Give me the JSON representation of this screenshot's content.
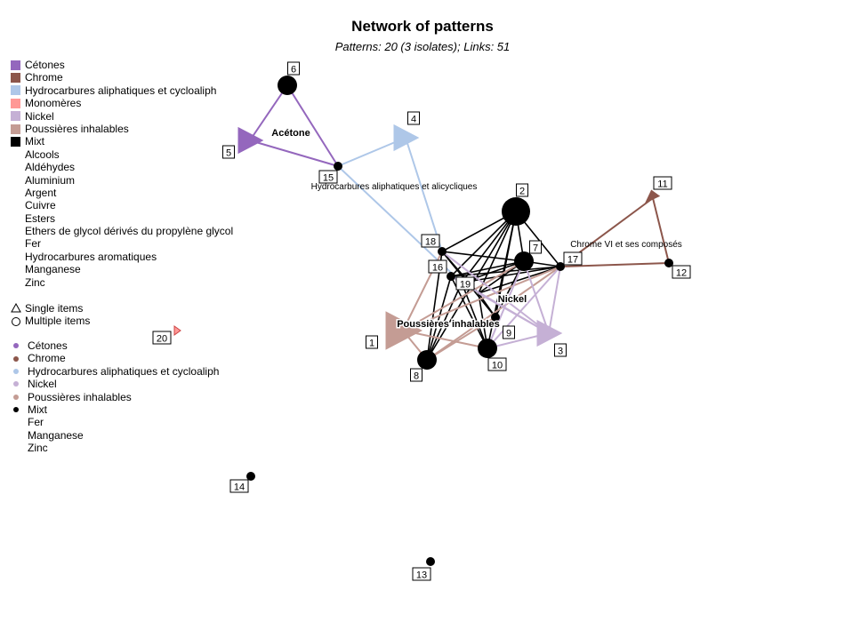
{
  "title": "Network of patterns",
  "subtitle": "Patterns: 20 (3 isolates); Links: 51",
  "colors": {
    "cetones": "#9467bd",
    "chrome": "#8c564b",
    "hydrocarbures": "#aec7e8",
    "monomeres": "#ff9896",
    "nickel": "#c5b0d5",
    "poussieres": "#c49c94",
    "mixt": "#000000"
  },
  "legend_families": [
    {
      "label": "Cétones",
      "color": "#9467bd"
    },
    {
      "label": "Chrome",
      "color": "#8c564b"
    },
    {
      "label": "Hydrocarbures aliphatiques et cycloaliph",
      "color": "#aec7e8"
    },
    {
      "label": "Monomères",
      "color": "#ff9896"
    },
    {
      "label": "Nickel",
      "color": "#c5b0d5"
    },
    {
      "label": "Poussières inhalables",
      "color": "#c49c94"
    },
    {
      "label": "Mixt",
      "color": "#000000"
    },
    {
      "label": "Alcools",
      "color": ""
    },
    {
      "label": "Aldéhydes",
      "color": ""
    },
    {
      "label": "Aluminium",
      "color": ""
    },
    {
      "label": "Argent",
      "color": ""
    },
    {
      "label": "Cuivre",
      "color": ""
    },
    {
      "label": "Esters",
      "color": ""
    },
    {
      "label": "Ethers de glycol dérivés du propylène glycol",
      "color": ""
    },
    {
      "label": "Fer",
      "color": ""
    },
    {
      "label": "Hydrocarbures aromatiques",
      "color": ""
    },
    {
      "label": "Manganese",
      "color": ""
    },
    {
      "label": "Zinc",
      "color": ""
    }
  ],
  "legend_shapes": [
    {
      "label": "Single items",
      "shape": "triangle"
    },
    {
      "label": "Multiple items",
      "shape": "circle"
    }
  ],
  "legend_edges": [
    {
      "label": "Cétones",
      "color": "#9467bd"
    },
    {
      "label": "Chrome",
      "color": "#8c564b"
    },
    {
      "label": "Hydrocarbures aliphatiques et cycloaliph",
      "color": "#aec7e8"
    },
    {
      "label": "Nickel",
      "color": "#c5b0d5"
    },
    {
      "label": "Poussières inhalables",
      "color": "#c49c94"
    },
    {
      "label": "Mixt",
      "color": "#000000"
    },
    {
      "label": "Fer",
      "color": ""
    },
    {
      "label": "Manganese",
      "color": ""
    },
    {
      "label": "Zinc",
      "color": ""
    }
  ],
  "nodes": [
    {
      "id": "1",
      "shape": "triangle",
      "color": "#c49c94",
      "size": 3
    },
    {
      "id": "2",
      "shape": "circle",
      "color": "#000000",
      "size": 3
    },
    {
      "id": "3",
      "shape": "triangle",
      "color": "#c5b0d5",
      "size": 2
    },
    {
      "id": "4",
      "shape": "triangle",
      "color": "#aec7e8",
      "size": 2
    },
    {
      "id": "5",
      "shape": "triangle",
      "color": "#9467bd",
      "size": 2
    },
    {
      "id": "6",
      "shape": "circle",
      "color": "#000000",
      "size": 2
    },
    {
      "id": "7",
      "shape": "circle",
      "color": "#000000",
      "size": 2
    },
    {
      "id": "8",
      "shape": "circle",
      "color": "#000000",
      "size": 2
    },
    {
      "id": "9",
      "shape": "circle",
      "color": "#000000",
      "size": 1
    },
    {
      "id": "10",
      "shape": "circle",
      "color": "#000000",
      "size": 2
    },
    {
      "id": "11",
      "shape": "triangle",
      "color": "#8c564b",
      "size": 1
    },
    {
      "id": "12",
      "shape": "circle",
      "color": "#000000",
      "size": 1
    },
    {
      "id": "13",
      "shape": "circle",
      "color": "#000000",
      "size": 1
    },
    {
      "id": "14",
      "shape": "circle",
      "color": "#000000",
      "size": 1
    },
    {
      "id": "15",
      "shape": "circle",
      "color": "#000000",
      "size": 1
    },
    {
      "id": "16",
      "shape": "circle",
      "color": "#000000",
      "size": 1
    },
    {
      "id": "17",
      "shape": "circle",
      "color": "#000000",
      "size": 1
    },
    {
      "id": "18",
      "shape": "circle",
      "color": "#000000",
      "size": 1
    },
    {
      "id": "19",
      "shape": "circle",
      "color": "#000000",
      "size": 1
    },
    {
      "id": "20",
      "shape": "triangle",
      "color": "#ff9896",
      "size": 0
    }
  ],
  "edges": [
    {
      "from": "5",
      "to": "6",
      "color": "#9467bd"
    },
    {
      "from": "5",
      "to": "15",
      "color": "#9467bd"
    },
    {
      "from": "6",
      "to": "15",
      "color": "#9467bd"
    },
    {
      "from": "4",
      "to": "15",
      "color": "#aec7e8"
    },
    {
      "from": "15",
      "to": "19",
      "color": "#aec7e8"
    },
    {
      "from": "4",
      "to": "18",
      "color": "#aec7e8"
    },
    {
      "from": "11",
      "to": "12",
      "color": "#8c564b"
    },
    {
      "from": "11",
      "to": "17",
      "color": "#8c564b"
    },
    {
      "from": "17",
      "to": "12",
      "color": "#8c564b"
    },
    {
      "from": "2",
      "to": "18",
      "color": "#000000"
    },
    {
      "from": "2",
      "to": "16",
      "color": "#000000"
    },
    {
      "from": "2",
      "to": "19",
      "color": "#000000"
    },
    {
      "from": "2",
      "to": "7",
      "color": "#000000"
    },
    {
      "from": "2",
      "to": "17",
      "color": "#000000"
    },
    {
      "from": "2",
      "to": "9",
      "color": "#000000"
    },
    {
      "from": "2",
      "to": "10",
      "color": "#000000"
    },
    {
      "from": "2",
      "to": "8",
      "color": "#000000"
    },
    {
      "from": "2",
      "to": "nickel",
      "color": "#000000"
    },
    {
      "from": "18",
      "to": "7",
      "color": "#000000"
    },
    {
      "from": "18",
      "to": "nickel",
      "color": "#000000"
    },
    {
      "from": "18",
      "to": "8",
      "color": "#000000"
    },
    {
      "from": "18",
      "to": "9",
      "color": "#000000"
    },
    {
      "from": "16",
      "to": "7",
      "color": "#000000"
    },
    {
      "from": "16",
      "to": "17",
      "color": "#000000"
    },
    {
      "from": "16",
      "to": "8",
      "color": "#000000"
    },
    {
      "from": "16",
      "to": "10",
      "color": "#000000"
    },
    {
      "from": "19",
      "to": "7",
      "color": "#000000"
    },
    {
      "from": "19",
      "to": "17",
      "color": "#000000"
    },
    {
      "from": "19",
      "to": "8",
      "color": "#000000"
    },
    {
      "from": "19",
      "to": "10",
      "color": "#000000"
    },
    {
      "from": "7",
      "to": "17",
      "color": "#000000"
    },
    {
      "from": "7",
      "to": "nickel",
      "color": "#000000"
    },
    {
      "from": "7",
      "to": "9",
      "color": "#000000"
    },
    {
      "from": "17",
      "to": "nickel",
      "color": "#000000"
    },
    {
      "from": "nickel",
      "to": "9",
      "color": "#000000"
    },
    {
      "from": "nickel",
      "to": "10",
      "color": "#000000"
    },
    {
      "from": "1",
      "to": "18",
      "color": "#c49c94"
    },
    {
      "from": "1",
      "to": "7",
      "color": "#c49c94"
    },
    {
      "from": "1",
      "to": "17",
      "color": "#c49c94"
    },
    {
      "from": "1",
      "to": "8",
      "color": "#c49c94"
    },
    {
      "from": "1",
      "to": "10",
      "color": "#c49c94"
    },
    {
      "from": "8",
      "to": "9",
      "color": "#c49c94"
    },
    {
      "from": "8",
      "to": "17",
      "color": "#c49c94"
    },
    {
      "from": "3",
      "to": "17",
      "color": "#c5b0d5"
    },
    {
      "from": "3",
      "to": "7",
      "color": "#c5b0d5"
    },
    {
      "from": "3",
      "to": "18",
      "color": "#c5b0d5"
    },
    {
      "from": "3",
      "to": "16",
      "color": "#c5b0d5"
    },
    {
      "from": "3",
      "to": "nickel",
      "color": "#c5b0d5"
    },
    {
      "from": "3",
      "to": "10",
      "color": "#c5b0d5"
    },
    {
      "from": "10",
      "to": "17",
      "color": "#c5b0d5"
    },
    {
      "from": "7",
      "to": "10",
      "color": "#c5b0d5"
    }
  ],
  "annotations": {
    "acetone": "Acétone",
    "hydrocarbures": "Hydrocarbures aliphatiques et alicycliques",
    "chrome": "Chrome VI et ses composés",
    "nickel": "Nickel",
    "poussieres": "Poussières inhalables"
  }
}
